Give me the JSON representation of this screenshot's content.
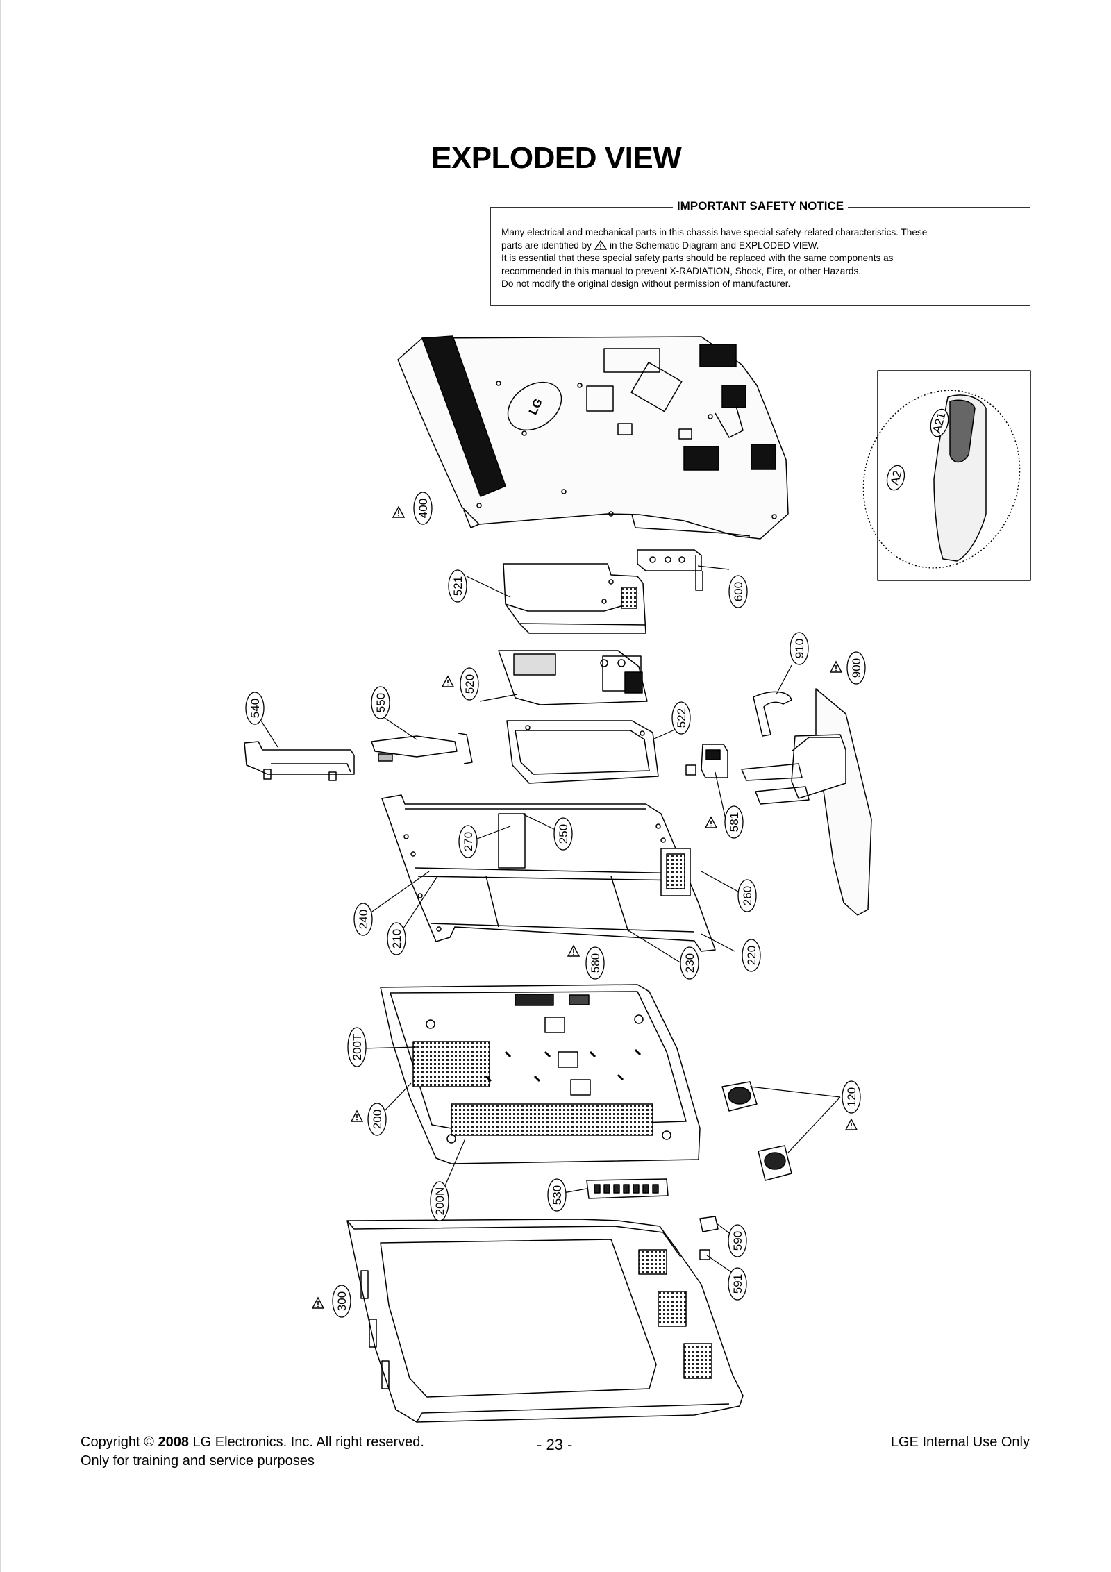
{
  "page": {
    "title": "EXPLODED VIEW"
  },
  "notice": {
    "heading": "IMPORTANT SAFETY NOTICE",
    "line1": "Many electrical and mechanical parts in this chassis have special safety-related characteristics. These",
    "line2_pre": "parts are identified by",
    "line2_post": "in the Schematic Diagram and EXPLODED VIEW.",
    "line3": "It is essential that these special safety parts should be replaced with the same components as",
    "line4": "recommended in this manual to prevent X-RADIATION, Shock, Fire, or other Hazards.",
    "line5": "Do not modify the original design without permission of manufacturer."
  },
  "parts": {
    "p400": "400",
    "p521": "521",
    "p600": "600",
    "p520": "520",
    "p540": "540",
    "p550": "550",
    "p522": "522",
    "p910": "910",
    "p900": "900",
    "p581": "581",
    "p270": "270",
    "p250": "250",
    "p260": "260",
    "p240": "240",
    "p210": "210",
    "p580": "580",
    "p230": "230",
    "p220": "220",
    "p200T": "200T",
    "p200": "200",
    "p200N": "200N",
    "p530": "530",
    "p120": "120",
    "p590": "590",
    "p591": "591",
    "p300": "300",
    "pA2": "A2",
    "pA21": "A21"
  },
  "logo": {
    "text": "LG"
  },
  "footer": {
    "copyright_pre": "Copyright ©",
    "year": "2008",
    "copyright_post": "LG Electronics. Inc. All right reserved.",
    "training": "Only for training and service purposes",
    "page_number": "- 23 -",
    "internal": "LGE Internal Use Only"
  }
}
